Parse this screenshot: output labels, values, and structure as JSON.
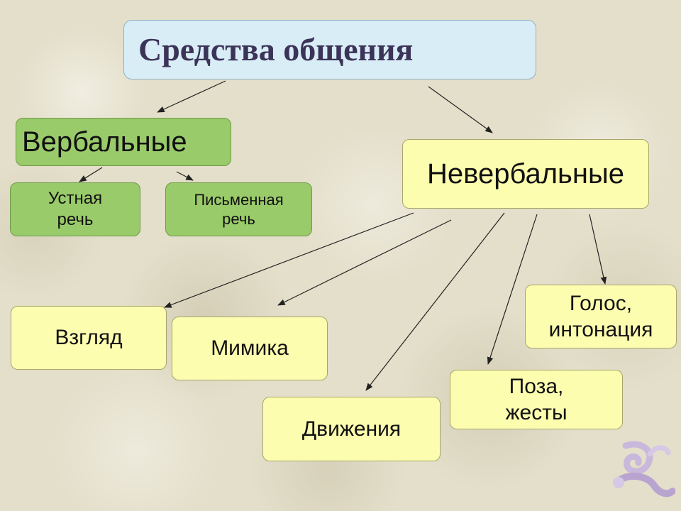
{
  "title": "Средства общения",
  "verbal": {
    "label": "Вербальные",
    "children": [
      {
        "line1": "Устная",
        "line2": "речь"
      },
      {
        "line1": "Письменная",
        "line2": "речь"
      }
    ]
  },
  "nonverbal": {
    "label": "Невербальные",
    "children": [
      {
        "line1": "Взгляд"
      },
      {
        "line1": "Мимика"
      },
      {
        "line1": "Движения"
      },
      {
        "line1": "Поза,",
        "line2": "жесты"
      },
      {
        "line1": "Голос,",
        "line2": "интонация"
      }
    ]
  },
  "colors": {
    "title_fill": "#d9edf7",
    "title_text": "#3c3458",
    "verbal_fill": "#9acb6a",
    "nonverbal_fill": "#fdfdb0",
    "arrow": "#222222",
    "ornament": "#c9b8dc"
  },
  "icons": {
    "corner_ornament": "scroll-swirl-icon"
  }
}
